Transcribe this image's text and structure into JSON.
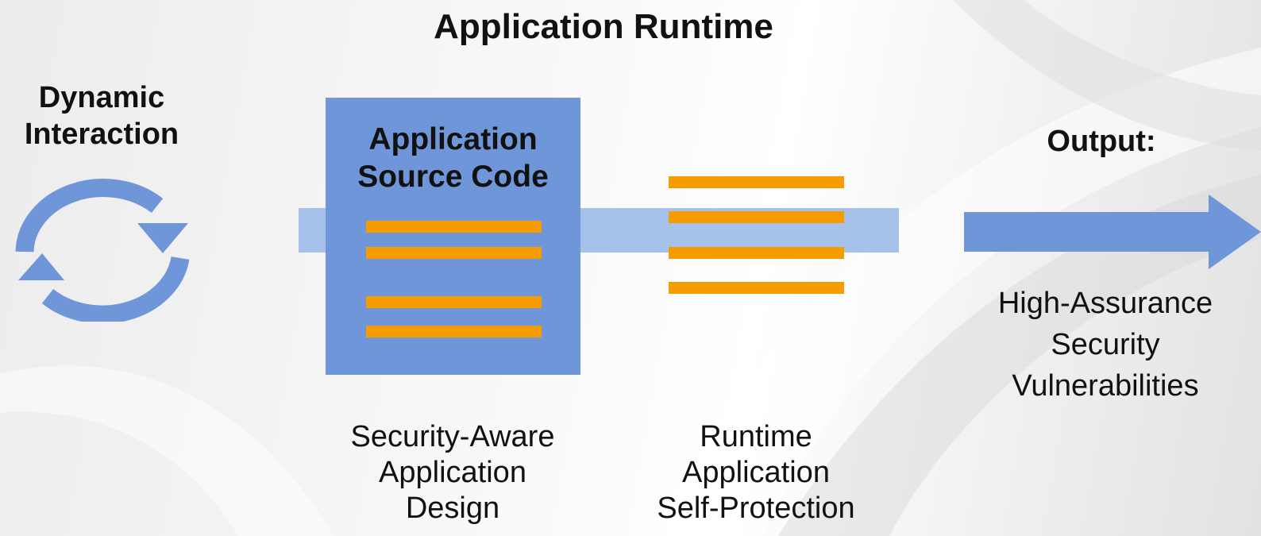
{
  "title": "Application Runtime",
  "dynamic_interaction": {
    "label_lines": [
      "Dynamic",
      "Interaction"
    ],
    "icon": "refresh-cycle-icon",
    "color": "#6e96d8"
  },
  "source_box": {
    "title_lines": [
      "Application",
      "Source Code"
    ],
    "color": "#6e96d8",
    "bar_color": "#f59c00"
  },
  "flow_band": {
    "color": "#a6c2ea"
  },
  "output": {
    "label": "Output:",
    "arrow_icon": "right-arrow-icon",
    "arrow_color": "#6e96d8",
    "description_lines": [
      "High-Assurance",
      "Security",
      "Vulnerabilities"
    ]
  },
  "captions": {
    "design_lines": [
      "Security-Aware",
      "Application",
      "Design"
    ],
    "rasp_lines": [
      "Runtime",
      "Application",
      "Self-Protection"
    ]
  }
}
